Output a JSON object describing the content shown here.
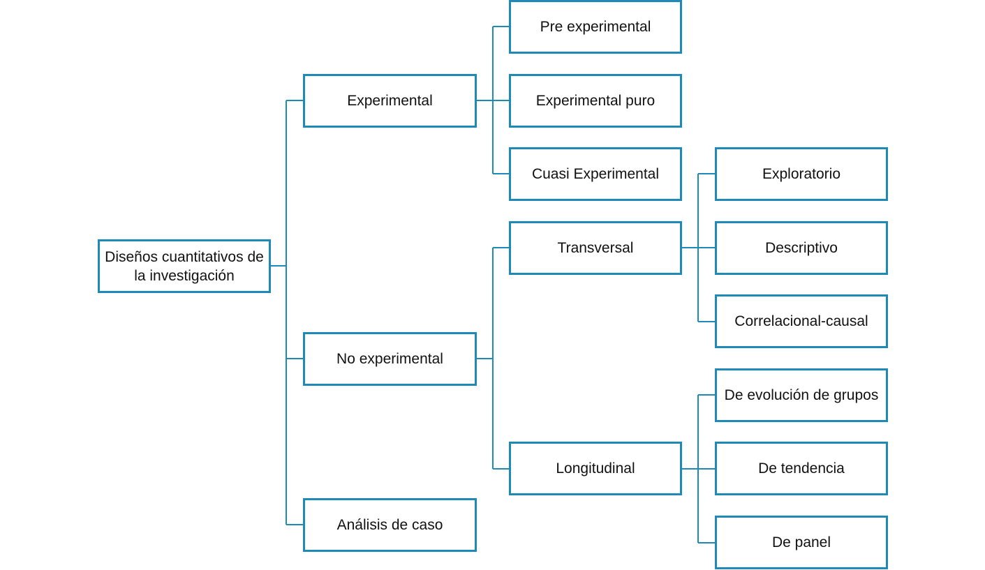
{
  "colors": {
    "border": "#1f8ab8",
    "connector": "#1f8ab8",
    "text": "#111111",
    "background": "#ffffff"
  },
  "diagram": {
    "root": "Diseños cuantitativos de la investigación",
    "experimental": "Experimental",
    "pre_experimental": "Pre experimental",
    "experimental_puro": "Experimental puro",
    "cuasi_experimental": "Cuasi Experimental",
    "no_experimental": "No experimental",
    "transversal": "Transversal",
    "exploratorio": "Exploratorio",
    "descriptivo": "Descriptivo",
    "correlacional_causal": "Correlacional-causal",
    "longitudinal": "Longitudinal",
    "evolucion_grupos": "De evolución de grupos",
    "tendencia": "De tendencia",
    "panel": "De panel",
    "analisis_caso": "Análisis de caso"
  }
}
